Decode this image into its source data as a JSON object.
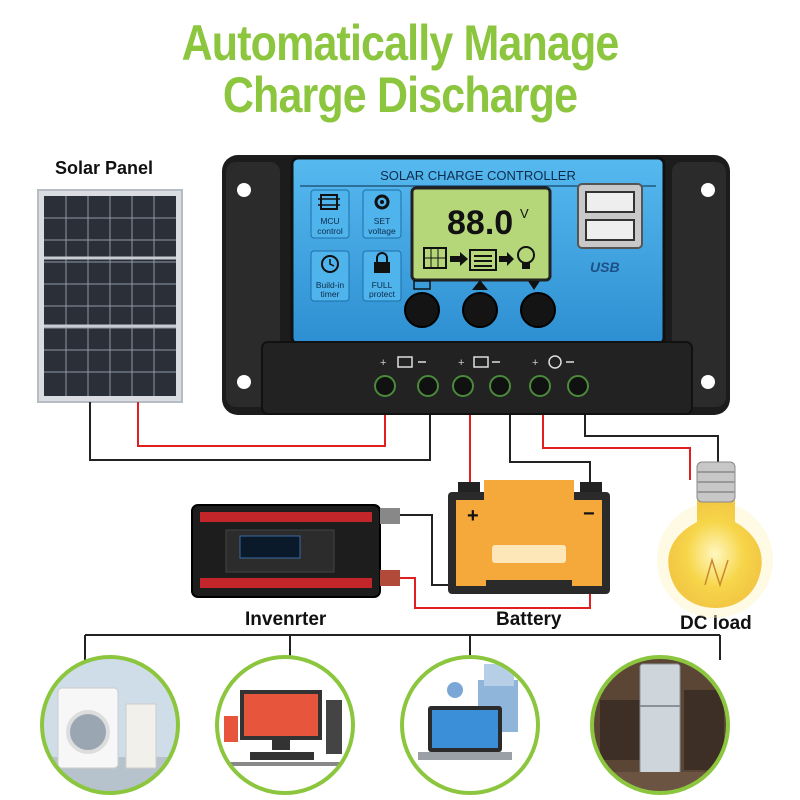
{
  "headline": {
    "line1": "Automatically Manage",
    "line2": "Charge Discharge"
  },
  "controller": {
    "title": "SOLAR CHARGE CONTROLLER",
    "lcd_reading": "88.0",
    "lcd_unit": "V",
    "usb_label": "USB",
    "features": [
      {
        "icon": "chip-icon",
        "line1": "MCU",
        "line2": "control"
      },
      {
        "icon": "gear-icon",
        "line1": "SET",
        "line2": "voltage"
      },
      {
        "icon": "clock-icon",
        "line1": "Build-in",
        "line2": "timer"
      },
      {
        "icon": "lock-icon",
        "line1": "FULL",
        "line2": "protect"
      }
    ]
  },
  "components": {
    "solar_panel": "Solar Panel",
    "inverter": "Invenrter",
    "battery": "Battery",
    "dc_load": "DC load"
  },
  "appliances": [
    "washing-machine",
    "computer",
    "laptop",
    "refrigerator"
  ],
  "colors": {
    "headline": "#8cc63f",
    "controller_face": "#3fa9e6",
    "lcd": "#b6d67a",
    "wire_red": "#e02020",
    "wire_black": "#222222",
    "battery": "#f4a93a",
    "circle_border": "#8cc63f"
  }
}
